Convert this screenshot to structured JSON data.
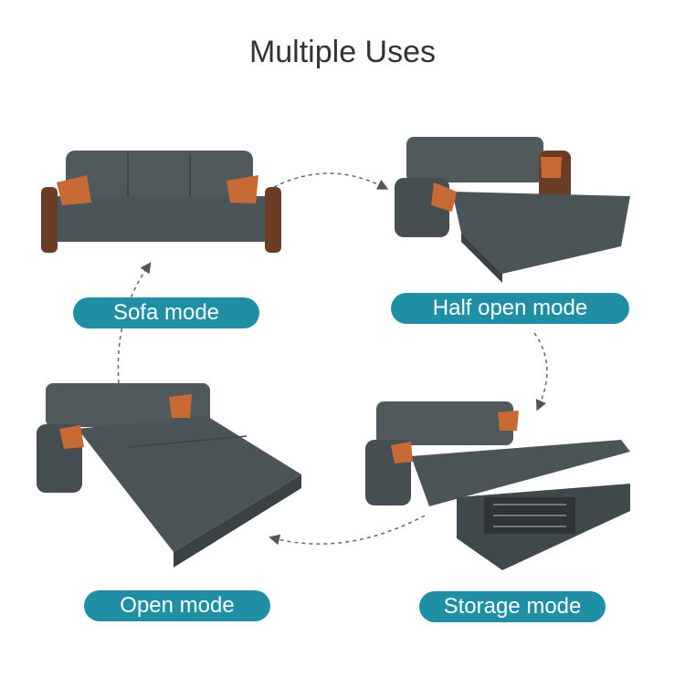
{
  "title": "Multiple Uses",
  "modes": {
    "sofa": "Sofa mode",
    "half_open": "Half open mode",
    "open": "Open mode",
    "storage": "Storage mode"
  },
  "colors": {
    "accent": "#1f8fa6",
    "fabric": "#4b5558",
    "cushion": "#c86a34",
    "wood": "#6b3d24"
  }
}
